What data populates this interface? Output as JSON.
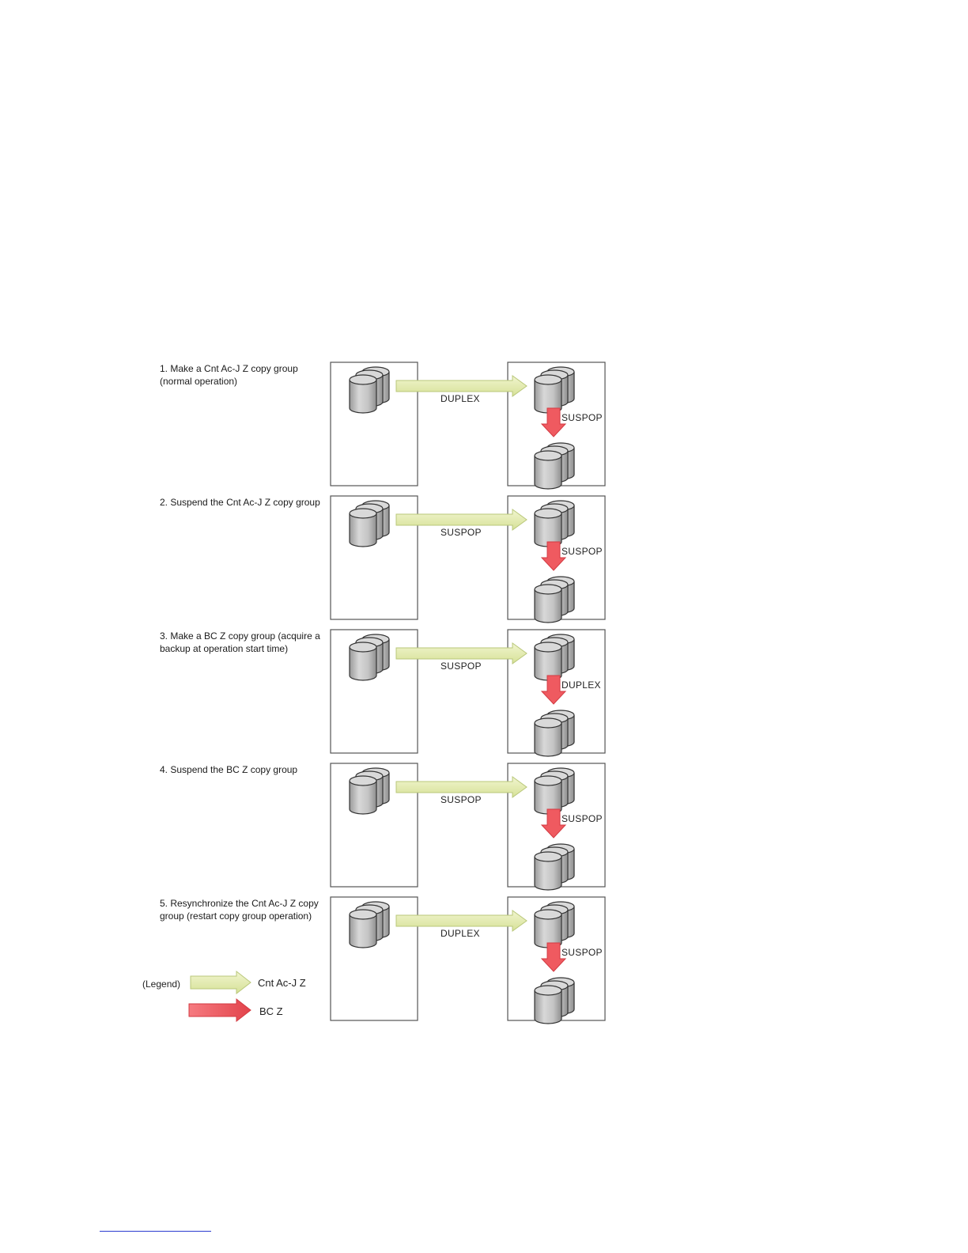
{
  "colors": {
    "cnt_arrow_fill": "#e4ecae",
    "cnt_arrow_stroke": "#b9c77a",
    "bc_arrow_fill": "#ef5a60",
    "bc_arrow_stroke": "#d33a42",
    "panel_border": "#555555",
    "cylinder_body": "#bdbdbd",
    "footer_rule": "#2b3bd0"
  },
  "steps": [
    {
      "label": "1. Make a Cnt Ac-J Z copy group (normal operation)",
      "cnt_state": "DUPLEX",
      "bc_state": "SUSPOP"
    },
    {
      "label": "2. Suspend the Cnt Ac-J Z copy group",
      "cnt_state": "SUSPOP",
      "bc_state": "SUSPOP"
    },
    {
      "label": "3. Make a BC Z copy group (acquire a backup at operation start time)",
      "cnt_state": "SUSPOP",
      "bc_state": "DUPLEX"
    },
    {
      "label": "4. Suspend the BC Z copy group",
      "cnt_state": "SUSPOP",
      "bc_state": "SUSPOP"
    },
    {
      "label": "5. Resynchronize the Cnt Ac-J Z copy group (restart copy group operation)",
      "cnt_state": "DUPLEX",
      "bc_state": "SUSPOP"
    }
  ],
  "legend": {
    "title": "(Legend)",
    "cnt_label": "Cnt Ac-J Z",
    "bc_label": "BC Z"
  }
}
